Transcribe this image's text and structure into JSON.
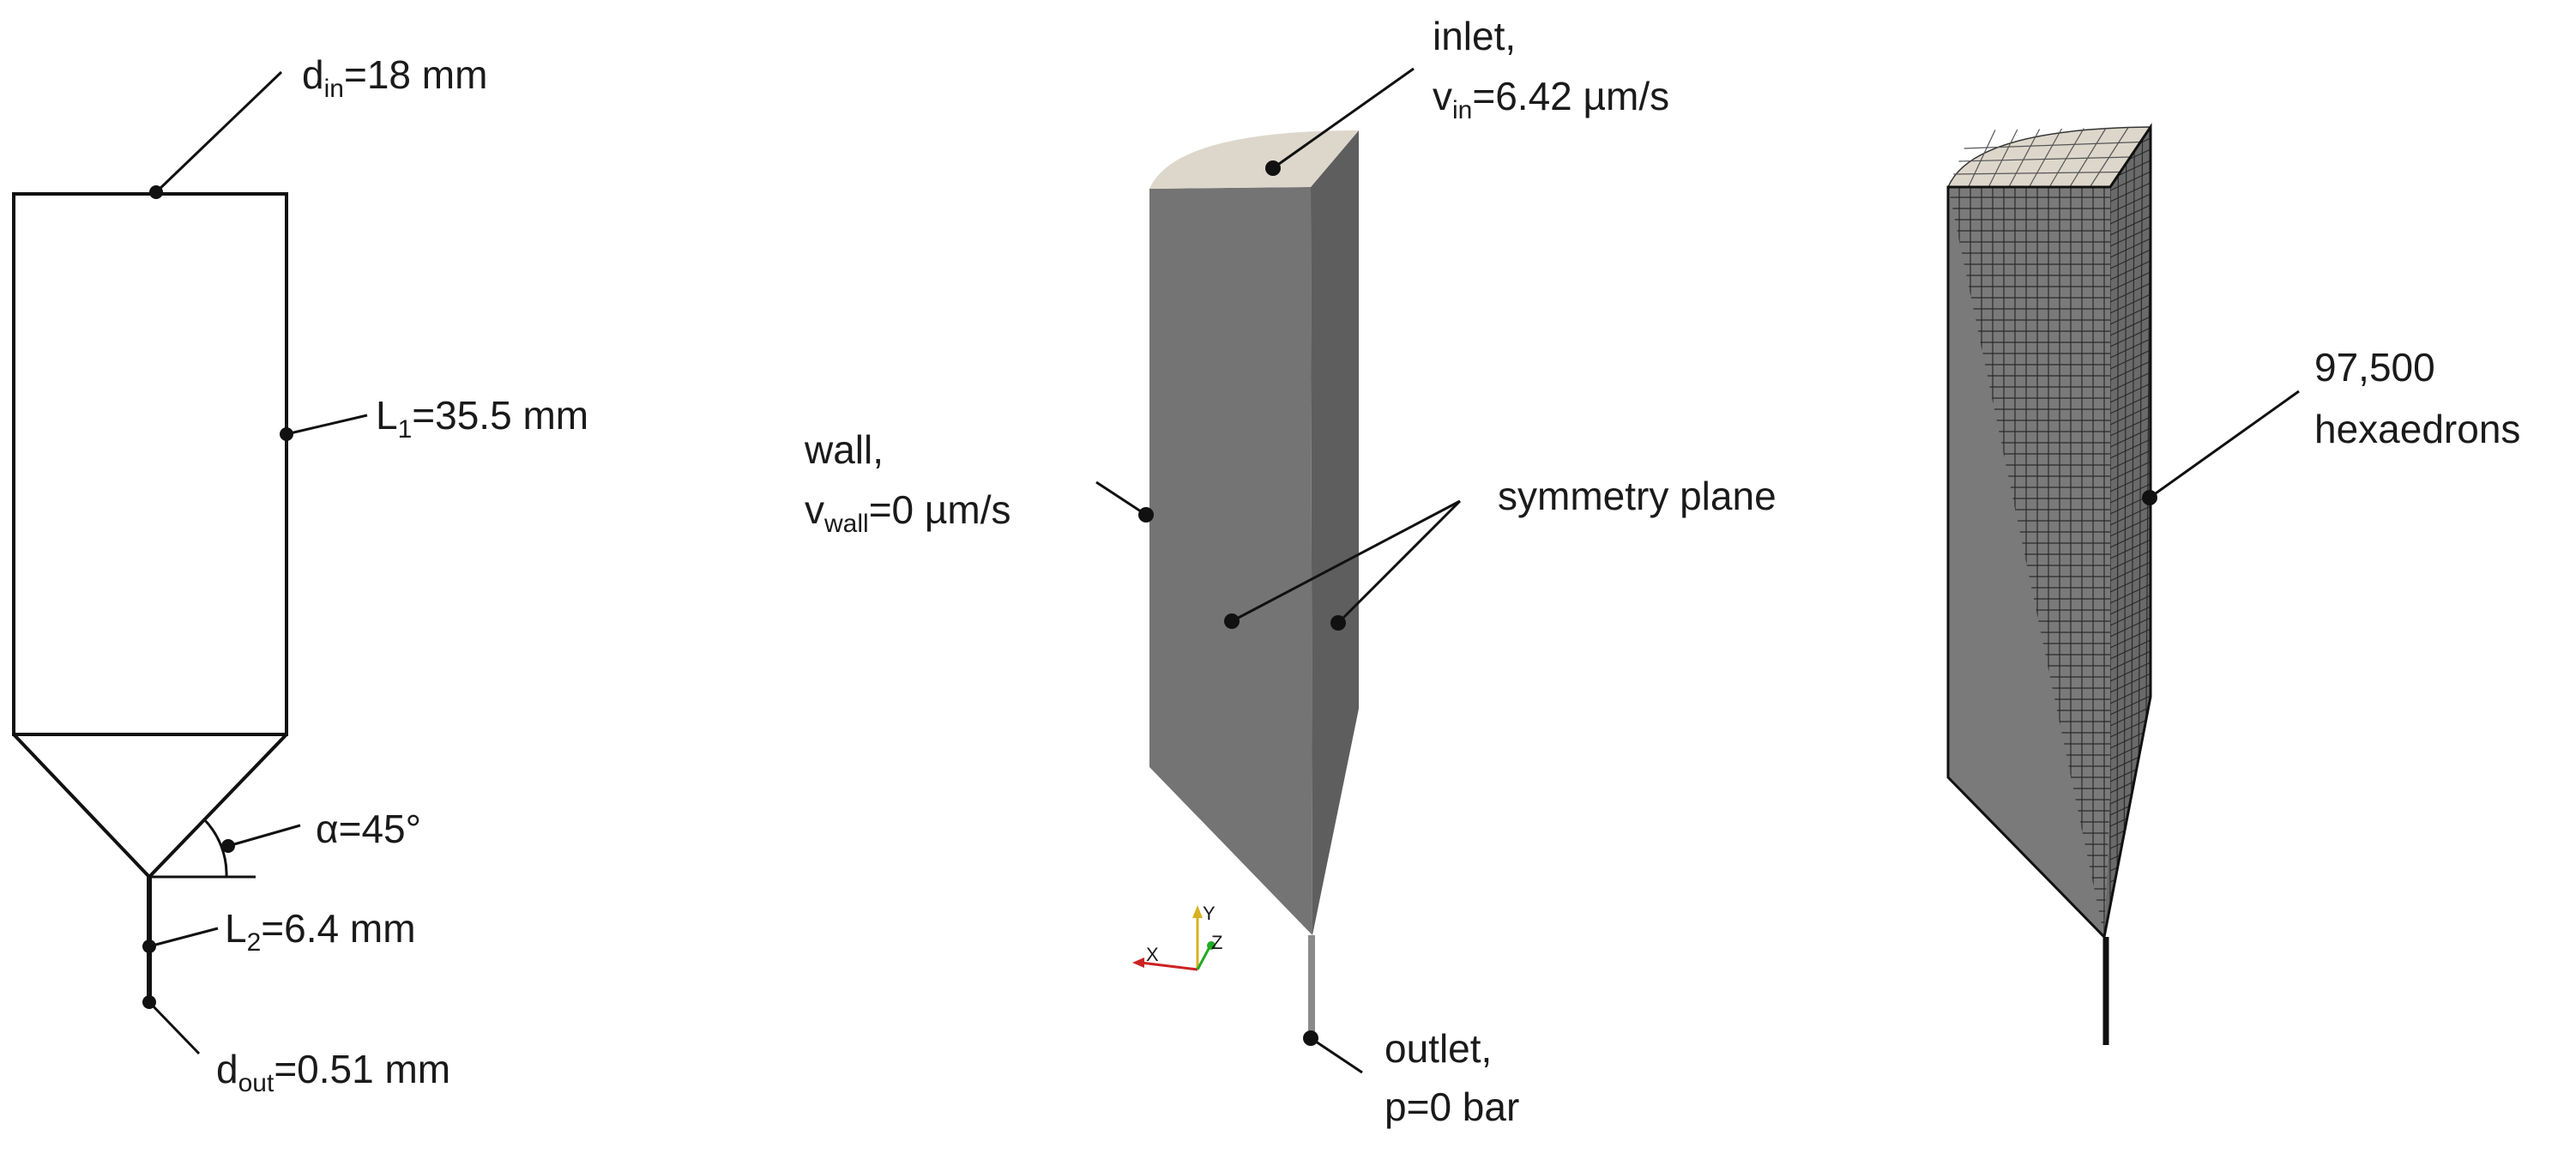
{
  "schematic": {
    "d_in": {
      "sym": "d",
      "sub": "in",
      "val": "=18 mm"
    },
    "L1": {
      "sym": "L",
      "sub": "1",
      "val": "=35.5 mm"
    },
    "alpha": {
      "text": "α=45°"
    },
    "L2": {
      "sym": "L",
      "sub": "2",
      "val": "=6.4 mm"
    },
    "d_out": {
      "sym": "d",
      "sub": "out",
      "val": "=0.51 mm"
    }
  },
  "model": {
    "inlet": {
      "line1": "inlet,",
      "sym": "v",
      "sub": "in",
      "val": "=6.42 µm/s"
    },
    "wall": {
      "line1": "wall,",
      "sym": "v",
      "sub": "wall",
      "val": "=0 µm/s"
    },
    "symmetry": {
      "text": "symmetry plane"
    },
    "outlet": {
      "line1": "outlet,",
      "line2": "p=0 bar"
    },
    "axes": {
      "x": "X",
      "y": "Y",
      "z": "Z"
    }
  },
  "mesh": {
    "count": "97,500",
    "unit": "hexaedrons"
  },
  "colors": {
    "outline": "#111111",
    "front_face": "#747474",
    "side_face": "#5e5e5e",
    "inlet_face": "#ddd7cb",
    "mesh_front": "#7a7a7a",
    "mesh_side": "#6a6a6a",
    "axis_x": "#cc2222",
    "axis_y": "#d8b020",
    "axis_z": "#22aa22"
  }
}
